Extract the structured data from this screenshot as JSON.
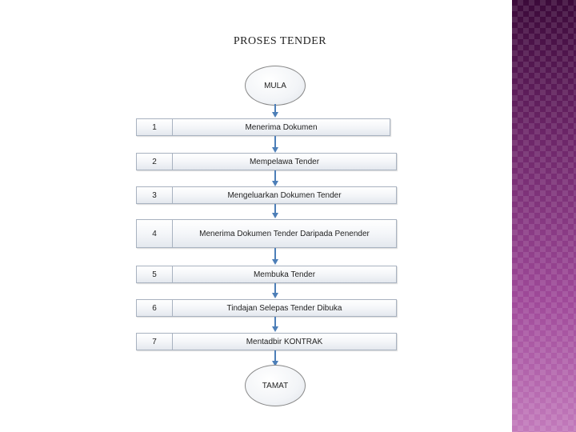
{
  "diagram": {
    "title": "PROSES TENDER",
    "start_label": "MULA",
    "end_label": "TAMAT",
    "steps": [
      {
        "number": "1",
        "label": "Menerima Dokumen"
      },
      {
        "number": "2",
        "label": "Mempelawa Tender"
      },
      {
        "number": "3",
        "label": "Mengeluarkan Dokumen Tender"
      },
      {
        "number": "4",
        "label": "Menerima Dokumen Tender Daripada Penender"
      },
      {
        "number": "5",
        "label": "Membuka Tender"
      },
      {
        "number": "6",
        "label": "Tindajan Selepas Tender Dibuka"
      },
      {
        "number": "7",
        "label": "Mentadbir KONTRAK"
      }
    ]
  },
  "colors": {
    "connector": "#4d7fb8",
    "sidebar": "#7a2f74"
  }
}
